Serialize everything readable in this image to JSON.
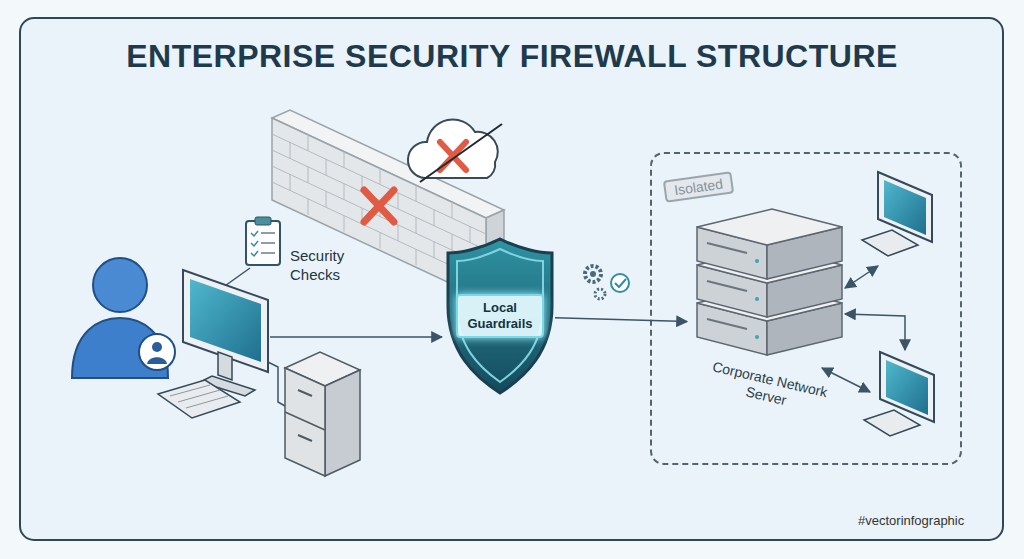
{
  "diagram": {
    "title": "ENTERPRISE SECURITY FIREWALL STRUCTURE",
    "nodes": [
      {
        "text": [
          "Security Checks"
        ]
      },
      {
        "text": [
          "Local Guardrails"
        ]
      },
      {
        "text": [
          "Isolated"
        ]
      },
      {
        "text": [
          "Corporate Network Server"
        ],
        "in": 2
      }
    ],
    "edges": [
      {
        "from": 1,
        "to": 3,
        "arrow": "to"
      }
    ],
    "labels": [
      "#vectorinfographic"
    ]
  }
}
